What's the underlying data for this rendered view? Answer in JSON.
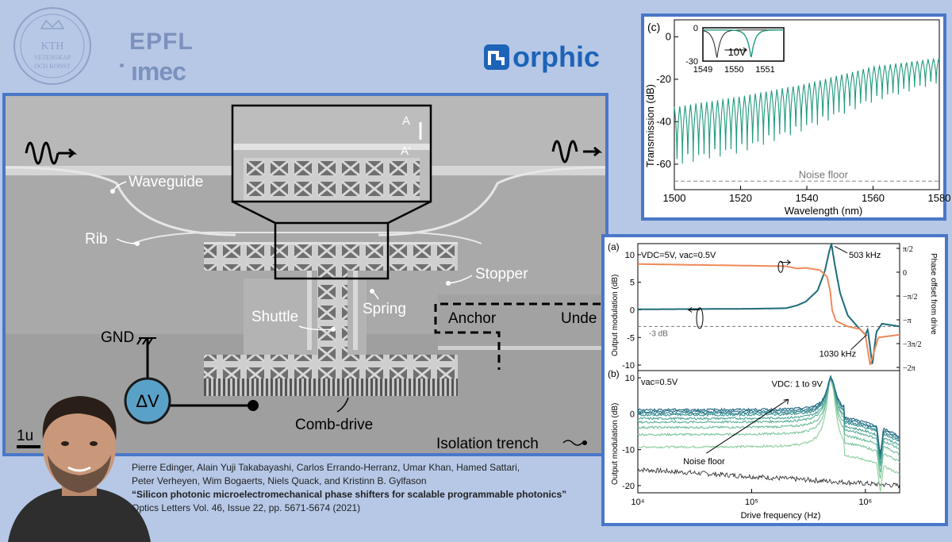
{
  "logos": {
    "kth_text_1": "KTH",
    "kth_text_2": "VETENSKAP",
    "kth_text_3": "OCH KONST",
    "epfl": "EPFL",
    "imec": "ımec",
    "morphic": "orphic"
  },
  "sem": {
    "labels": {
      "waveguide": "Waveguide",
      "rib": "Rib",
      "stopper": "Stopper",
      "spring": "Spring",
      "shuttle": "Shuttle",
      "anchor": "Anchor",
      "under": "Unde",
      "gnd": "GND",
      "delta_v": "ΔV",
      "comb_drive": "Comb-drive",
      "isolation_trench": "Isolation trench",
      "a": "A",
      "a_prime": "A'",
      "scale": "1u"
    }
  },
  "authors": {
    "line1": "Pierre Edinger, Alain Yuji Takabayashi, Carlos Errando-Herranz, Umar Khan, Hamed Sattari,",
    "line2": "Peter Verheyen, Wim Bogaerts, Niels Quack, and Kristinn B. Gylfason",
    "title": "“Silicon photonic microelectromechanical phase shifters for scalable programmable photonics”",
    "citation": "Optics Letters Vol. 46, Issue 22, pp. 5671-5674 (2021)"
  },
  "chart_data": [
    {
      "id": "c",
      "type": "line",
      "panel_label": "(c)",
      "xlabel": "Wavelength (nm)",
      "ylabel": "Transmission (dB)",
      "xlim": [
        1500,
        1580
      ],
      "ylim": [
        -72,
        8
      ],
      "x_ticks": [
        1500,
        1520,
        1540,
        1560,
        1580
      ],
      "y_ticks": [
        -60,
        -40,
        -20,
        0
      ],
      "envelope_top": [
        [
          1500,
          -33
        ],
        [
          1520,
          -28
        ],
        [
          1540,
          -22
        ],
        [
          1560,
          -14
        ],
        [
          1580,
          -10
        ]
      ],
      "dip_depth": [
        [
          1500,
          -66
        ],
        [
          1520,
          -60
        ],
        [
          1540,
          -48
        ],
        [
          1560,
          -34
        ],
        [
          1580,
          -24
        ]
      ],
      "fsr_nm": 1.63,
      "noise_floor_db": -68,
      "noise_floor_label": "Noise floor",
      "color": "#1f9a7e",
      "inset": {
        "xlim": [
          1549,
          1551.6
        ],
        "ylim": [
          -30,
          0
        ],
        "x_ticks": [
          1549,
          1550,
          1551
        ],
        "y_ticks": [
          0,
          -30
        ],
        "label": "10V"
      }
    },
    {
      "id": "a",
      "type": "line",
      "panel_label": "(a)",
      "xscale": "log",
      "xlim": [
        10000,
        2000000
      ],
      "ylim": [
        -11,
        12
      ],
      "ylabel": "Output modulation (dB)",
      "y2label": "Phase offset from drive",
      "y_ticks": [
        -10,
        -5,
        0,
        5,
        10
      ],
      "y2_ticks": [
        "π/2",
        "0",
        "−π/2",
        "−π",
        "−3π/2",
        "−2π"
      ],
      "annotation_conditions": "VDC=5V, vac=0.5V",
      "peak_label": "503 kHz",
      "second_label": "1030 kHz",
      "minus3db_label": "-3 dB",
      "series": [
        {
          "name": "amplitude",
          "color": "#1e6b79",
          "points": [
            [
              10000,
              0.1
            ],
            [
              100000,
              0.2
            ],
            [
              200000,
              0.3
            ],
            [
              250000,
              0.8
            ],
            [
              300000,
              1.5
            ],
            [
              380000,
              3.5
            ],
            [
              440000,
              7.0
            ],
            [
              480000,
              10.5
            ],
            [
              503000,
              12.0
            ],
            [
              540000,
              8.0
            ],
            [
              600000,
              3.0
            ],
            [
              700000,
              -1.0
            ],
            [
              850000,
              -3.0
            ],
            [
              1000000,
              -4.5
            ],
            [
              1050000,
              -3.5
            ],
            [
              1150000,
              -10.0
            ],
            [
              1250000,
              -4.0
            ],
            [
              1400000,
              -2.5
            ],
            [
              2000000,
              -3.0
            ]
          ]
        },
        {
          "name": "phase",
          "color": "#ee8a5a",
          "points": [
            [
              10000,
              8.3
            ],
            [
              100000,
              8.0
            ],
            [
              200000,
              7.9
            ],
            [
              250000,
              7.5
            ],
            [
              300000,
              7.6
            ],
            [
              400000,
              7.2
            ],
            [
              460000,
              6.0
            ],
            [
              490000,
              3.5
            ],
            [
              510000,
              0.0
            ],
            [
              550000,
              -2.0
            ],
            [
              700000,
              -3.0
            ],
            [
              900000,
              -3.5
            ],
            [
              1000000,
              -4.5
            ],
            [
              1100000,
              -10.0
            ],
            [
              1300000,
              -5.0
            ],
            [
              2000000,
              -4.5
            ]
          ]
        }
      ]
    },
    {
      "id": "b",
      "type": "line",
      "panel_label": "(b)",
      "xscale": "log",
      "xlim": [
        10000,
        2000000
      ],
      "ylim": [
        -22,
        12
      ],
      "xlabel": "Drive frequency (Hz)",
      "ylabel": "Output modulation (dB)",
      "x_ticks": [
        10000,
        100000,
        1000000
      ],
      "x_tick_labels": [
        "10⁴",
        "10⁵",
        "10⁶"
      ],
      "y_ticks": [
        -20,
        -10,
        0,
        10
      ],
      "annotation_conditions": "vac=0.5V",
      "annotation_sweep": "VDC: 1 to 9V",
      "noise_floor_label": "Noise floor",
      "baseline_levels": [
        -9.5,
        -6,
        -4,
        -2.5,
        -1.5,
        -0.5,
        0,
        0.5,
        1
      ],
      "peak_db": 10.5,
      "peak_hz": 503000,
      "noise_floor_db": [
        [
          10000,
          -15.5
        ],
        [
          2000000,
          -20
        ]
      ],
      "colors": [
        "#8ccf9c",
        "#7bc69a",
        "#6bbc99",
        "#5bb098",
        "#4ca397",
        "#3f9594",
        "#338690",
        "#2a778a",
        "#226883"
      ],
      "noise_color": "#222222"
    }
  ]
}
